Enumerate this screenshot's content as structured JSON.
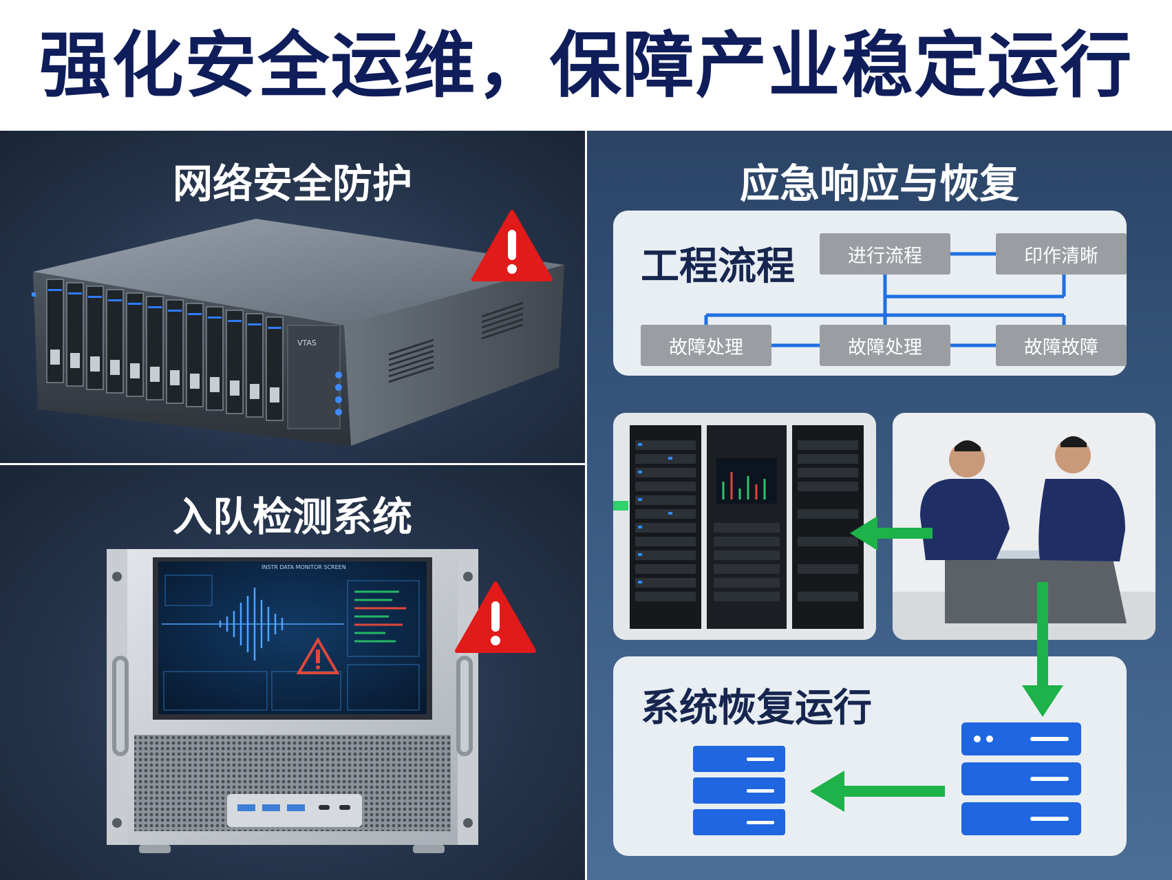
{
  "page": {
    "title": "强化安全运维，保障产业稳定运行"
  },
  "panels": {
    "network": {
      "title": "网络安全防护",
      "device_label": "VTAS"
    },
    "detection": {
      "title": "入队检测系统",
      "screen_header": "INSTR DATA MONITOR SCREEN"
    },
    "emergency": {
      "title": "应急响应与恢复"
    }
  },
  "flow": {
    "title": "工程流程",
    "nodes": [
      "进行流程",
      "印作清晰",
      "故障处理",
      "故障处理",
      "故障故障"
    ]
  },
  "recovery": {
    "title": "系统恢复运行"
  },
  "colors": {
    "title": "#0f1d5a",
    "warning": "#e11a1a",
    "flow_line": "#1f6fe0",
    "arrow_green": "#1db24a",
    "server_blue": "#1f66e0"
  },
  "icons": {
    "warning": "warning-triangle-icon",
    "server": "server-stack-icon",
    "arrow": "arrow-icon"
  }
}
